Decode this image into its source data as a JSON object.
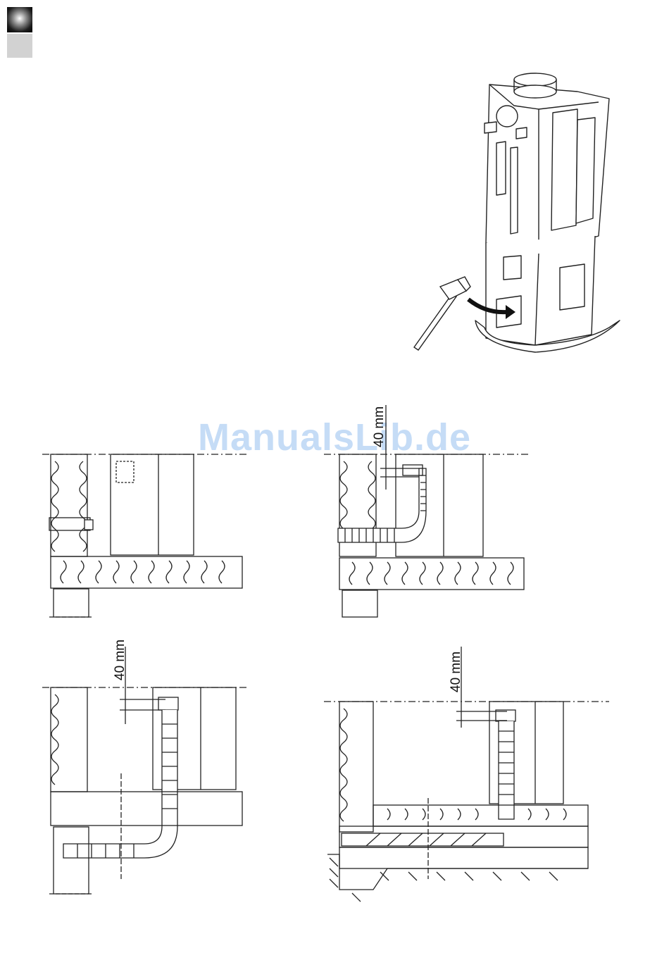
{
  "watermark": "ManualsLib.de",
  "figures": {
    "fig2": {
      "dimension_label": "40 mm"
    },
    "fig3": {
      "dimension_label": "40 mm"
    },
    "fig4": {
      "dimension_label": "40 mm"
    }
  },
  "icons": [
    "chapter-tab",
    "hammer-icon",
    "arrow-icon"
  ],
  "colors": {
    "tab_dark": "#000000",
    "tab_light": "#d2d2d2",
    "watermark": "#bcd6f5"
  }
}
